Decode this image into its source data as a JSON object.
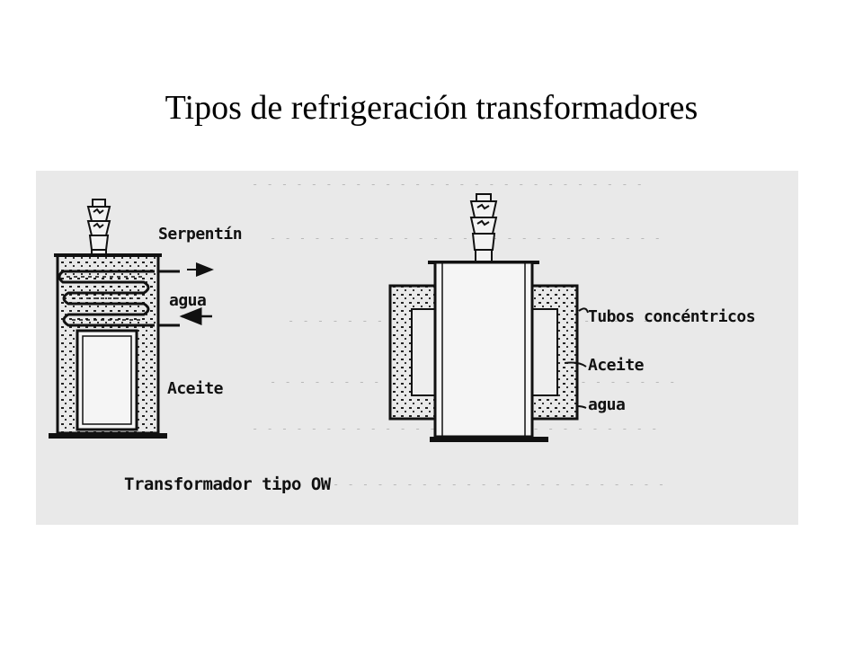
{
  "slide": {
    "title": "Tipos de refrigeración transformadores"
  },
  "figure": {
    "left_transformer": {
      "label_coil": "Serpentín",
      "label_water": "agua",
      "label_oil": "Aceite",
      "caption": "Transformador tipo OW"
    },
    "right_transformer": {
      "label_tubes": "Tubos concéntricos",
      "label_oil": "Aceite",
      "label_water": "agua"
    }
  }
}
